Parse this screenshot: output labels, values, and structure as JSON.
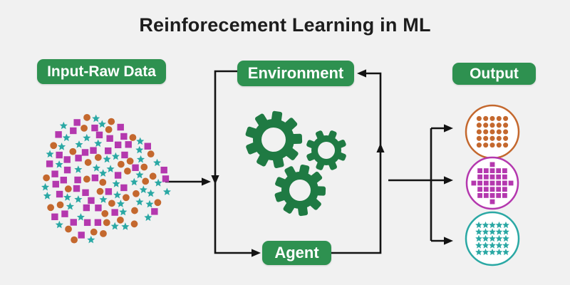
{
  "title": "Reinforecement Learning in ML",
  "badges": {
    "input": "Input-Raw Data",
    "environment": "Environment",
    "agent": "Agent",
    "output": "Output"
  },
  "colors": {
    "background": "#f1f1f1",
    "badge_green": "#2e9150",
    "badge_text": "#ffffff",
    "gear_green": "#1f7a43",
    "arrow": "#131313",
    "title_text": "#1d1d1d",
    "orange": "#c4682e",
    "magenta": "#b438ae",
    "teal": "#2aa8a4",
    "circle_fill": "#ffffff"
  },
  "input_cluster": {
    "label": "raw data point cloud",
    "shapes": [
      {
        "type": "square",
        "color": "#b438ae",
        "count": 45
      },
      {
        "type": "circle",
        "color": "#c4682e",
        "count": 36
      },
      {
        "type": "star",
        "color": "#2aa8a4",
        "count": 44
      }
    ]
  },
  "outputs": [
    {
      "label": "clustered circles",
      "content": "dots",
      "color": "#c4682e"
    },
    {
      "label": "clustered squares",
      "content": "squares",
      "color": "#b438ae"
    },
    {
      "label": "clustered stars",
      "content": "stars",
      "color": "#2aa8a4"
    }
  ]
}
